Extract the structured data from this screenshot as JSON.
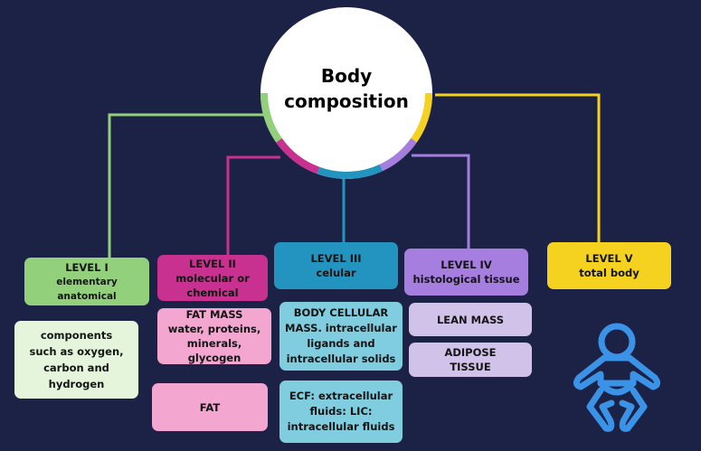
{
  "center": {
    "line1": "Body",
    "line2": "composition"
  },
  "colors": {
    "background": "#1c2245",
    "level1": "#93d07c",
    "level2": "#c8318f",
    "level3": "#2394c0",
    "level4": "#a57ee0",
    "level5": "#f4d21f",
    "icon": "#3b93e8"
  },
  "levels": [
    {
      "title": "LEVEL I",
      "subtitle": "elementary anatomical"
    },
    {
      "title": "LEVEL II",
      "subtitle": "molecular or chemical"
    },
    {
      "title": "LEVEL III",
      "subtitle": "celular"
    },
    {
      "title": "LEVEL IV",
      "subtitle": "histological tissue"
    },
    {
      "title": "LEVEL V",
      "subtitle": "total body"
    }
  ],
  "details": {
    "components": "components such as oxygen, carbon and hydrogen",
    "fat_mass_title": "FAT MASS",
    "fat_mass_text": "water, proteins, minerals, glycogen",
    "fat": "FAT",
    "body_cellular": "BODY CELLULAR MASS. intracellular ligands and intracellular solids",
    "ecf": "ECF: extracellular fluids: LIC: intracellular fluids",
    "lean_mass": "LEAN MASS",
    "adipose": "ADIPOSE TISSUE"
  },
  "icon": "baby-icon"
}
